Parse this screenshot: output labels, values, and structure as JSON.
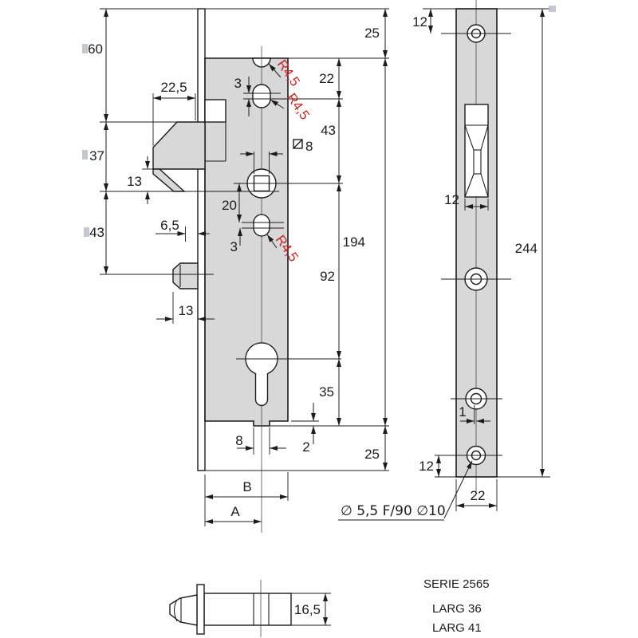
{
  "lock_view": {
    "dim_60": "60",
    "dim_37": "37",
    "dim_43_left": "43",
    "dim_22_5": "22,5",
    "dim_13_latch": "13",
    "dim_6_5": "6,5",
    "dim_13_bolt": "13",
    "dim_3_top": "3",
    "dim_3_mid": "3",
    "dim_20": "20",
    "square_spindle": "8",
    "dim_25_top": "25",
    "dim_22": "22",
    "dim_43_right": "43",
    "dim_92": "92",
    "dim_194": "194",
    "dim_35": "35",
    "dim_2": "2",
    "dim_8_tab": "8",
    "dim_25_bottom": "25",
    "label_b": "B",
    "label_a": "A",
    "radius_note_1": "R4,5",
    "radius_note_2": "R4,5",
    "radius_note_3": "R4,5"
  },
  "faceplate_view": {
    "dim_12_top": "12",
    "dim_12_latch": "12",
    "dim_244": "244",
    "dim_1": "1",
    "dim_12_bottom": "12",
    "dim_22_width": "22",
    "hole_note": "∅ 5,5   F/90   ∅10"
  },
  "pin_view": {
    "dim_16_5": "16,5"
  },
  "notes": {
    "series": "SERIE 2565",
    "width_36": "LARG 36",
    "width_41": "LARG 41"
  },
  "colors": {
    "metal_fill": "#d8d8d8",
    "line": "#1c1c1c",
    "radius_red": "#c92727",
    "background": "#ffffff"
  }
}
